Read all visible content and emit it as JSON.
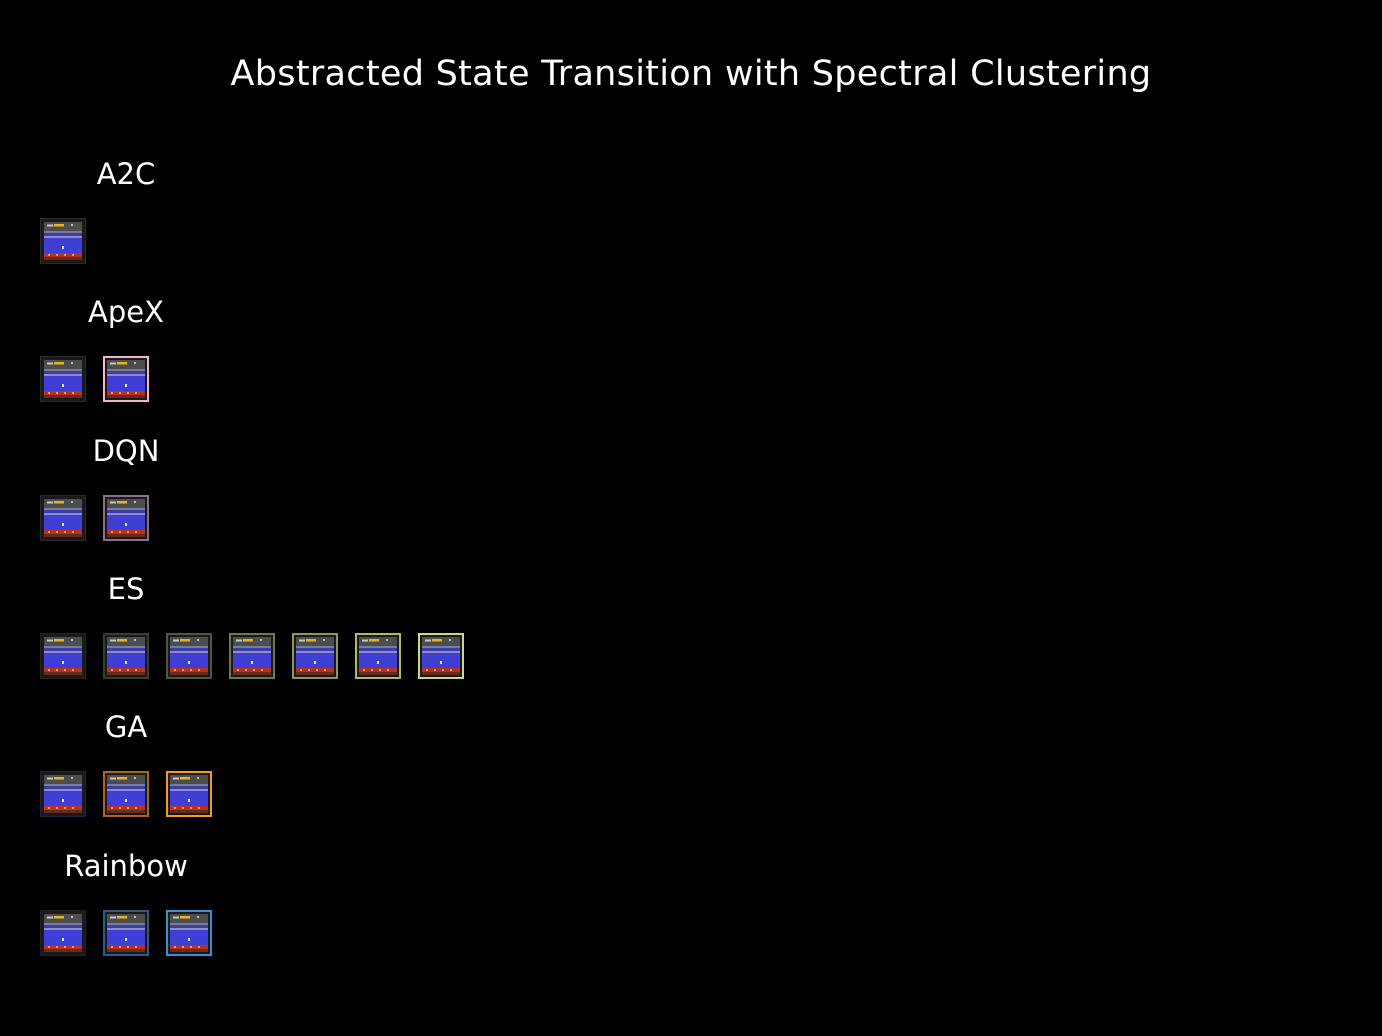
{
  "title": "Abstracted State Transition with Spectral Clustering",
  "groups": [
    {
      "label": "A2C",
      "border_colors": [
        "#2b2b2b"
      ]
    },
    {
      "label": "ApeX",
      "border_colors": [
        "#2b2b2b",
        "#f4b6c2"
      ]
    },
    {
      "label": "DQN",
      "border_colors": [
        "#2b2b2b",
        "#8c6d8c"
      ]
    },
    {
      "label": "ES",
      "border_colors": [
        "#1f2420",
        "#33402f",
        "#4a5a3a",
        "#697a4c",
        "#8a9a5e",
        "#a9bb6f",
        "#c7dc82"
      ]
    },
    {
      "label": "GA",
      "border_colors": [
        "#2a1e3a",
        "#a8661e",
        "#f39a21"
      ]
    },
    {
      "label": "Rainbow",
      "border_colors": [
        "#2a1b1f",
        "#2e5a86",
        "#3c8fd3"
      ]
    }
  ]
}
